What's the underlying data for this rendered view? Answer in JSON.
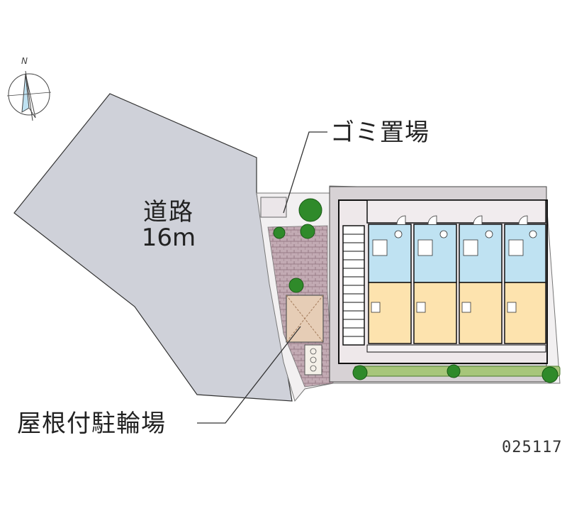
{
  "road": {
    "name": "道路",
    "width": "16m"
  },
  "labels": {
    "garbage_area": "ゴミ置場",
    "covered_bicycle_parking": "屋根付駐輪場"
  },
  "compass": {
    "north": "N"
  },
  "property_code": "025117",
  "colors": {
    "road": "#cfd1d9",
    "room": "#fde3ae",
    "wet_area": "#bfe2f2",
    "corridor": "#eee8ea",
    "brick": "#b89da8",
    "greenery": "#2f8a2a",
    "building_outline": "#111111"
  }
}
